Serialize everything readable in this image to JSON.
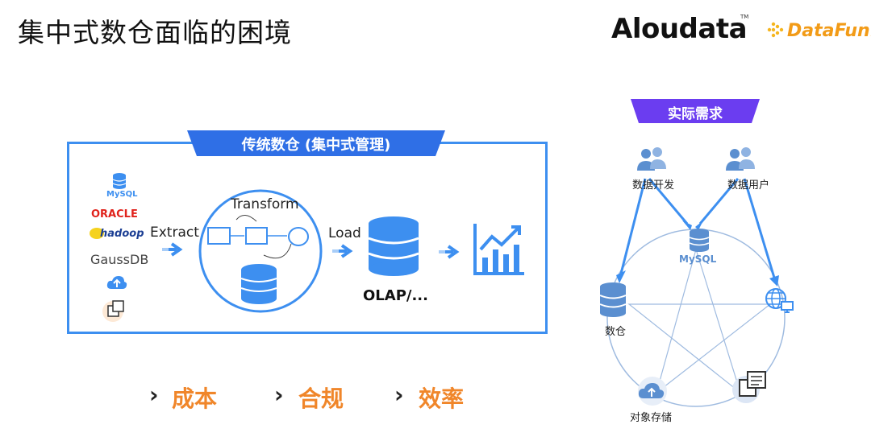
{
  "title": "集中式数仓面临的困境",
  "logos": {
    "aloudata": "Aloudata",
    "aloudata_tm": "TM",
    "datafun": "DataFun."
  },
  "panel": {
    "tab": "传统数仓 (集中式管理)",
    "sources": [
      "MySQL",
      "ORACLE",
      "hadoop",
      "GaussDB"
    ],
    "extract": "Extract",
    "transform": "Transform",
    "load": "Load",
    "olap": "OLAP/..."
  },
  "problems": [
    "成本",
    "合规",
    "效率"
  ],
  "requirements": {
    "tab": "实际需求",
    "dev": "数据开发",
    "user": "数据用户",
    "mysql": "MySQL",
    "dw": "数仓",
    "object_storage": "对象存储"
  },
  "colors": {
    "accent": "#3d8ff0",
    "tab": "#2f6fe6",
    "orange": "#f0862a",
    "purple": "#6b3df0"
  }
}
